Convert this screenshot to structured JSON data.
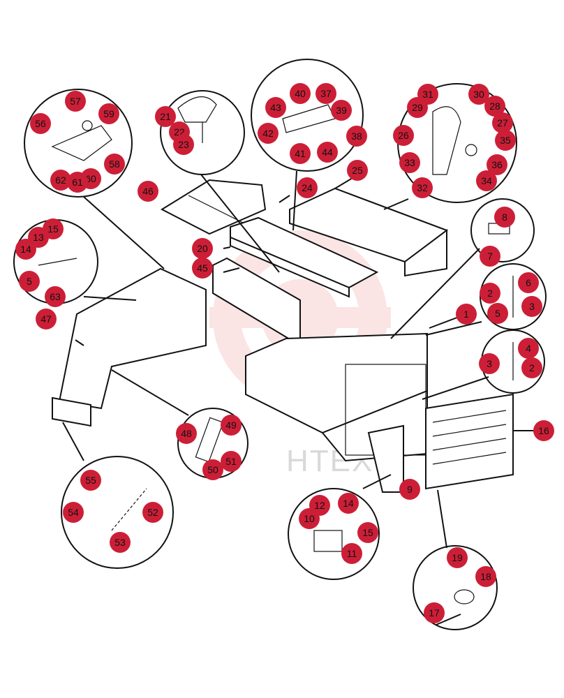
{
  "watermark": {
    "text": "HTEX"
  },
  "colors": {
    "callout_fill": "#cc1f37",
    "callout_text": "#111111",
    "watermark": "#f3c9c9"
  },
  "callouts": {
    "c1": "1",
    "c2a": "2",
    "c2b": "2",
    "c3a": "3",
    "c3b": "3",
    "c4": "4",
    "c5a": "5",
    "c5b": "5",
    "c6": "6",
    "c7": "7",
    "c8": "8",
    "c9": "9",
    "c10": "10",
    "c11": "11",
    "c12": "12",
    "c13": "13",
    "c14a": "14",
    "c14b": "14",
    "c15a": "15",
    "c15b": "15",
    "c16": "16",
    "c17": "17",
    "c18": "18",
    "c19": "19",
    "c20": "20",
    "c21": "21",
    "c22": "22",
    "c23": "23",
    "c24": "24",
    "c25": "25",
    "c26": "26",
    "c27": "27",
    "c28": "28",
    "c29": "29",
    "c30": "30",
    "c31": "31",
    "c32": "32",
    "c33": "33",
    "c34": "34",
    "c35": "35",
    "c36": "36",
    "c37": "37",
    "c38": "38",
    "c39": "39",
    "c40": "40",
    "c41": "41",
    "c42": "42",
    "c43": "43",
    "c44": "44",
    "c45": "45",
    "c46": "46",
    "c47": "47",
    "c48": "48",
    "c49": "49",
    "c50": "50",
    "c51": "51",
    "c52": "52",
    "c53": "53",
    "c54": "54",
    "c55": "55",
    "c56": "56",
    "c57": "57",
    "c58": "58",
    "c59": "59",
    "c60": "60",
    "c61": "61",
    "c62": "62",
    "c63": "63"
  }
}
